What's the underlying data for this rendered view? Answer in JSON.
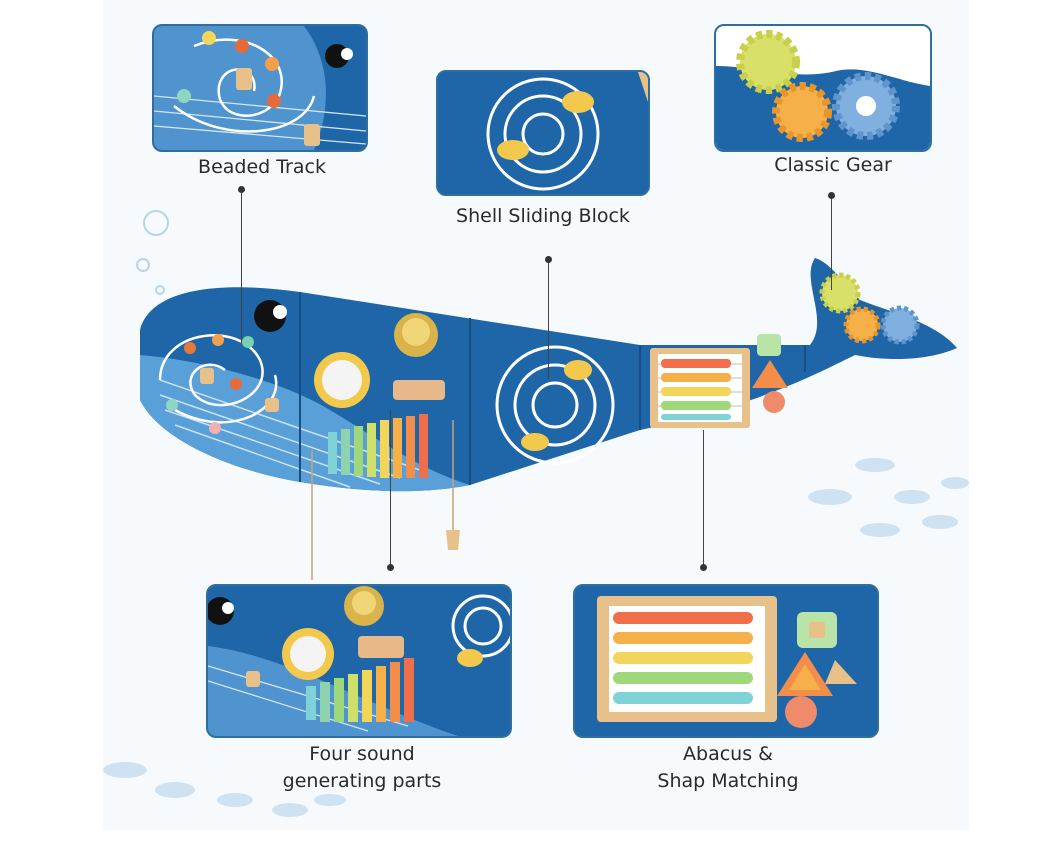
{
  "features": [
    {
      "id": "beaded-track",
      "lines": [
        "Beaded Track"
      ]
    },
    {
      "id": "shell-sliding-block",
      "lines": [
        "Shell Sliding Block"
      ]
    },
    {
      "id": "classic-gear",
      "lines": [
        "Classic Gear"
      ]
    },
    {
      "id": "sound-parts",
      "lines": [
        "Four sound",
        "generating parts"
      ]
    },
    {
      "id": "abacus",
      "lines": [
        "Abacus &",
        "Shap Matching"
      ]
    }
  ],
  "colors": {
    "whale_blue": "#1e66a8",
    "whale_light": "#5aa0d8",
    "frame": "#2e6f9e",
    "background": "#f7fafc",
    "wood": "#e7c08a"
  }
}
